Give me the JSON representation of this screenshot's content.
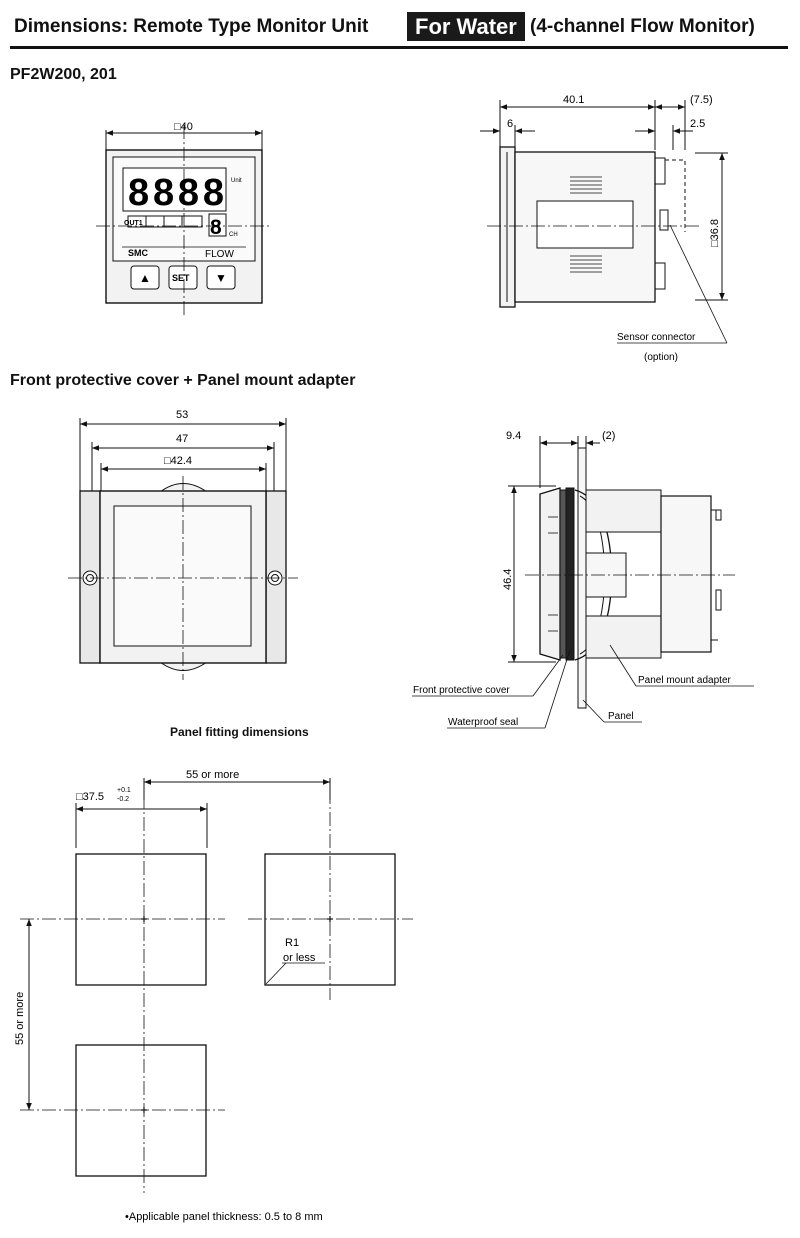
{
  "header": {
    "title_left": "Dimensions: Remote Type Monitor Unit",
    "badge": "For Water",
    "title_right": "(4-channel Flow Monitor)"
  },
  "sections": {
    "model": "PF2W200, 201",
    "cover_adapter": "Front protective cover + Panel mount adapter",
    "panel_fitting": "Panel fitting dimensions"
  },
  "monitor_front": {
    "dim_width": "□40",
    "digits": "8888",
    "unit_label": "Unit",
    "out_label": "OUT1",
    "ch_digit": "8",
    "ch_label": "CH",
    "logo": "SMC",
    "flow_label": "FLOW",
    "btn_up": "▲",
    "btn_set": "SET",
    "btn_down": "▼"
  },
  "monitor_side": {
    "dim_depth": "40.1",
    "dim_connector": "(7.5)",
    "dim_front": "6",
    "dim_pin": "2.5",
    "dim_height": "□36.8",
    "callout_sensor": "Sensor connector",
    "callout_option": "(option)"
  },
  "cover_front": {
    "dim_outer": "53",
    "dim_inner": "47",
    "dim_window": "□42.4"
  },
  "cover_side": {
    "dim_cover": "9.4",
    "dim_panel": "(2)",
    "dim_height": "46.4",
    "callout_cover": "Front protective cover",
    "callout_seal": "Waterproof seal",
    "callout_adapter": "Panel mount adapter",
    "callout_panel": "Panel"
  },
  "panel_cutout": {
    "dim_size": "□37.5",
    "tol_plus": "+0.1",
    "tol_minus": "-0.2",
    "dim_pitch_h": "55 or more",
    "dim_pitch_v": "55 or more",
    "radius_1": "R1",
    "radius_2": "or less",
    "note": "•Applicable panel thickness: 0.5 to 8 mm"
  }
}
